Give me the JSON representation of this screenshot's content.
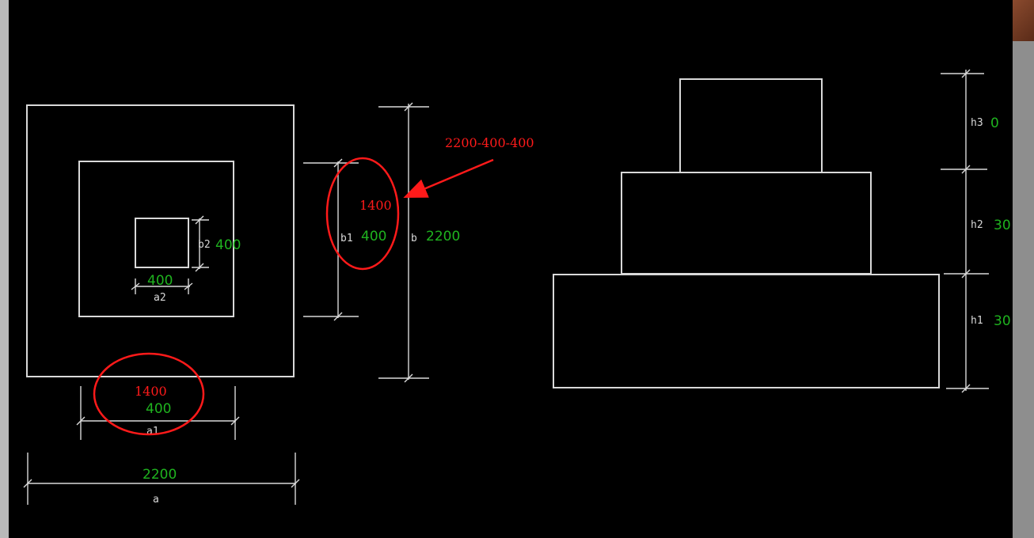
{
  "plan": {
    "a_value": "2200",
    "a_label": "a",
    "a1_value": "400",
    "a1_label": "a1",
    "a2_value": "400",
    "a2_label": "a2",
    "b_value": "2200",
    "b_label": "b",
    "b1_value": "400",
    "b1_label": "b1",
    "b2_value": "400",
    "b2_label": "b2"
  },
  "elevation": {
    "h1_label": "h1",
    "h1_value": "30",
    "h2_label": "h2",
    "h2_value": "30",
    "h3_label": "h3",
    "h3_value": "0"
  },
  "annotations": {
    "a1_correction": "1400",
    "b1_correction": "1400",
    "formula": "2200-400-400"
  },
  "colors": {
    "lines": "#d9d9d9",
    "dimension_values": "#1fb31f",
    "annotations": "#ff1a1a"
  }
}
